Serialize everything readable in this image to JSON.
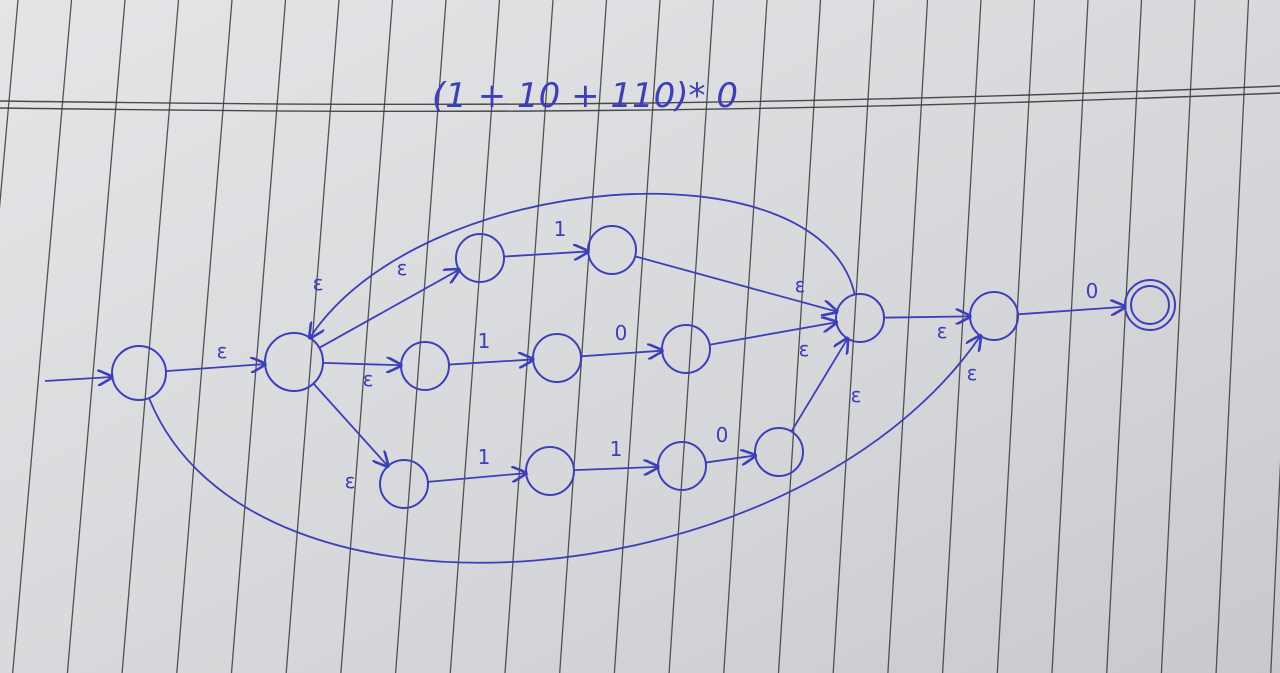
{
  "title": "(1 + 10 + 110)* 0",
  "states": [
    {
      "id": "q0",
      "start": true,
      "final": false
    },
    {
      "id": "q1",
      "start": false,
      "final": false
    },
    {
      "id": "q2",
      "start": false,
      "final": false
    },
    {
      "id": "q3",
      "start": false,
      "final": false
    },
    {
      "id": "q4",
      "start": false,
      "final": false
    },
    {
      "id": "q5",
      "start": false,
      "final": false
    },
    {
      "id": "q6",
      "start": false,
      "final": false
    },
    {
      "id": "q7",
      "start": false,
      "final": false
    },
    {
      "id": "q8",
      "start": false,
      "final": false
    },
    {
      "id": "q9",
      "start": false,
      "final": false
    },
    {
      "id": "q10",
      "start": false,
      "final": false
    },
    {
      "id": "q11",
      "start": false,
      "final": false
    },
    {
      "id": "q12",
      "start": false,
      "final": false
    },
    {
      "id": "q13",
      "start": false,
      "final": true
    }
  ],
  "transitions": [
    {
      "from": "q0",
      "to": "q1",
      "label": "ε"
    },
    {
      "from": "q1",
      "to": "q2",
      "label": "ε"
    },
    {
      "from": "q2",
      "to": "q3",
      "label": "1"
    },
    {
      "from": "q3",
      "to": "q11",
      "label": "ε"
    },
    {
      "from": "q1",
      "to": "q4",
      "label": "ε"
    },
    {
      "from": "q4",
      "to": "q5",
      "label": "1"
    },
    {
      "from": "q5",
      "to": "q6",
      "label": "0"
    },
    {
      "from": "q6",
      "to": "q11",
      "label": "ε"
    },
    {
      "from": "q1",
      "to": "q7",
      "label": "ε"
    },
    {
      "from": "q7",
      "to": "q8",
      "label": "1"
    },
    {
      "from": "q8",
      "to": "q9",
      "label": "1"
    },
    {
      "from": "q9",
      "to": "q10",
      "label": "0"
    },
    {
      "from": "q10",
      "to": "q11",
      "label": "ε"
    },
    {
      "from": "q11",
      "to": "q1",
      "label": "ε"
    },
    {
      "from": "q11",
      "to": "q12",
      "label": "ε"
    },
    {
      "from": "q0",
      "to": "q12",
      "label": "ε"
    },
    {
      "from": "q12",
      "to": "q13",
      "label": "0"
    }
  ],
  "colors": {
    "ink": "#3d3fb8",
    "paper": "#d9dadc",
    "rule": "#3a3a3a"
  }
}
